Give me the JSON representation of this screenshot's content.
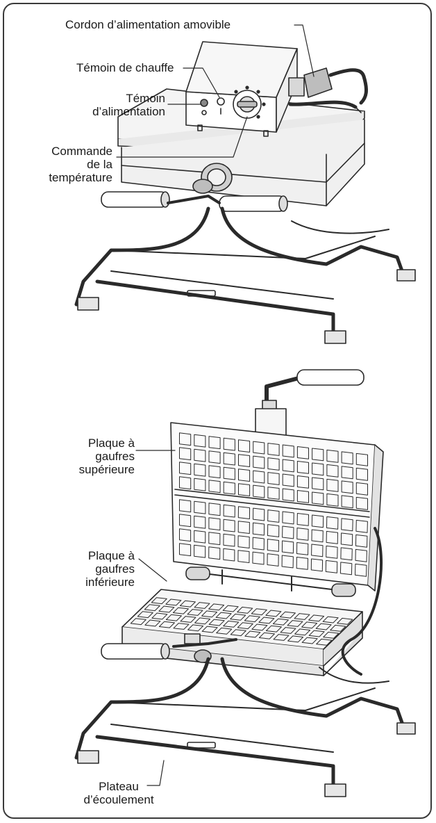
{
  "labels": {
    "power_cord": "Cordon d’alimentation amovible",
    "heat_indicator": "Témoin de chauffe",
    "power_indicator": [
      "Témoin",
      "d’alimentation"
    ],
    "temp_control": [
      "Commande",
      "de la",
      "température"
    ],
    "upper_plate": [
      "Plaque à",
      "gaufres",
      "supérieure"
    ],
    "lower_plate": [
      "Plaque à",
      "gaufres",
      "inférieure"
    ],
    "drip_tray": [
      "Plateau",
      "d’écoulement"
    ]
  },
  "colors": {
    "line": "#2a2a2a",
    "fill": "#f2f2f2",
    "frame": "#3a3a3a"
  }
}
